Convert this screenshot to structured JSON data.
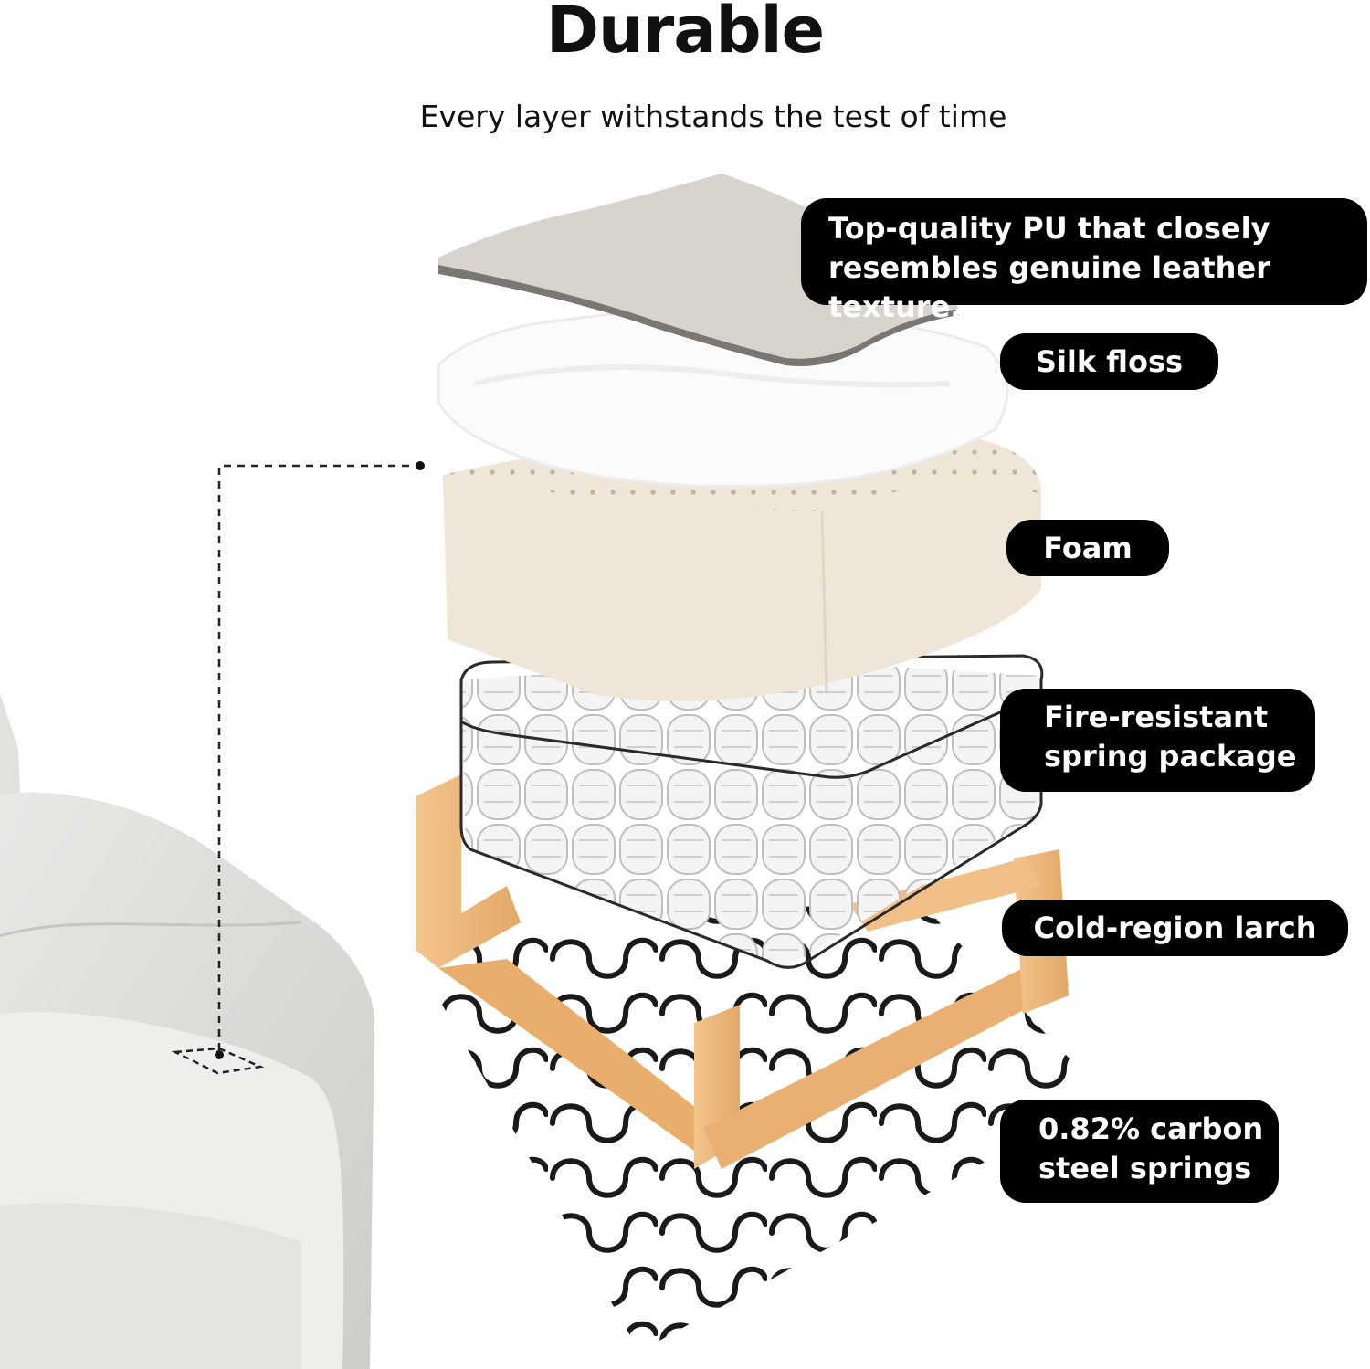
{
  "header": {
    "title": "Durable",
    "subtitle": "Every layer withstands the test of time"
  },
  "layers": [
    {
      "key": "pu",
      "label_line1": "Top-quality PU that closely",
      "label_line2": "resembles genuine leather texture."
    },
    {
      "key": "silk",
      "label": "Silk floss"
    },
    {
      "key": "foam",
      "label": "Foam"
    },
    {
      "key": "spring_package",
      "label_line1": "Fire-resistant",
      "label_line2": "spring package"
    },
    {
      "key": "larch",
      "label": "Cold-region larch"
    },
    {
      "key": "steel",
      "label_line1": "0.82% carbon",
      "label_line2": "steel springs"
    }
  ],
  "colors": {
    "label_bg": "#000000",
    "label_text": "#ffffff",
    "leather": "#d6d2cb",
    "foam": "#efe6d8",
    "wood": "#ecb87c",
    "spring_metal": "#1a1a1a"
  }
}
